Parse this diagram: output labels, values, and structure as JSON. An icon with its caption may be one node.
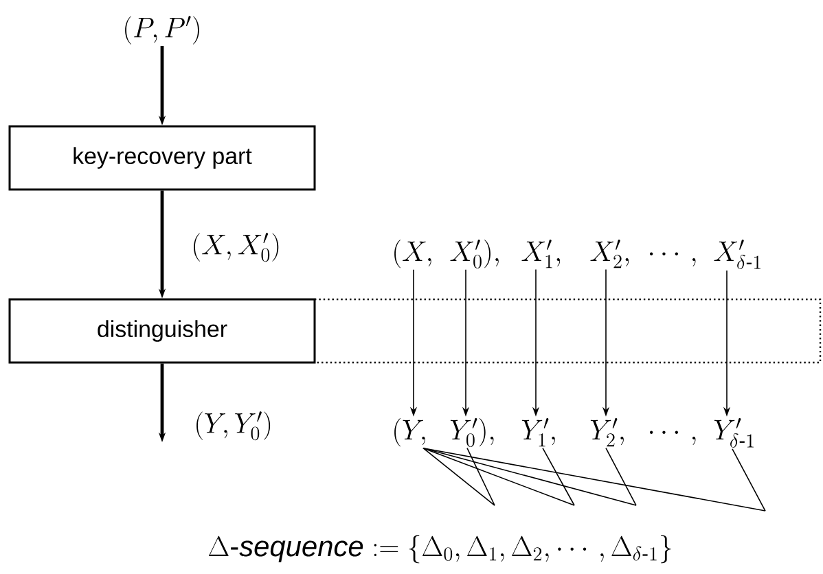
{
  "diagram": {
    "nodes": [
      {
        "text": [
          "(P, P')"
        ]
      },
      {
        "text": [
          "key-recovery part"
        ]
      },
      {
        "text": [
          "distinguisher"
        ]
      },
      {
        "text": [
          "(X,"
        ]
      },
      {
        "text": [
          "X'_0),"
        ]
      },
      {
        "text": [
          "X'_1,"
        ]
      },
      {
        "text": [
          "X'_2,"
        ]
      },
      {
        "text": [
          "X'_{\\delta\\text{-}1}"
        ]
      },
      {
        "text": [
          "(Y,"
        ]
      },
      {
        "text": [
          "Y'_0),"
        ]
      },
      {
        "text": [
          "Y'_1,"
        ]
      },
      {
        "text": [
          "Y'_2,"
        ]
      },
      {
        "text": [
          "Y'_{\\delta\\text{-}1}"
        ]
      }
    ],
    "edges": [
      {
        "from": 0,
        "to": 1,
        "arrow": "to",
        "style": "thick"
      },
      {
        "from": 1,
        "to": 2,
        "arrow": "to",
        "label": "(X, X'_0)",
        "style": "thick"
      },
      {
        "from": 2,
        "to": null,
        "arrow": "to",
        "label": "(Y, Y'_0)",
        "style": "thick"
      },
      {
        "from": 3,
        "to": 8,
        "arrow": "to"
      },
      {
        "from": 4,
        "to": 9,
        "arrow": "to"
      },
      {
        "from": 5,
        "to": 10,
        "arrow": "to"
      },
      {
        "from": 6,
        "to": 11,
        "arrow": "to"
      },
      {
        "from": 7,
        "to": 12,
        "arrow": "to"
      },
      {
        "from": 8,
        "to": null,
        "arrow": "none"
      },
      {
        "from": 8,
        "to": null,
        "arrow": "none"
      },
      {
        "from": 8,
        "to": null,
        "arrow": "none"
      },
      {
        "from": 8,
        "to": null,
        "arrow": "none"
      },
      {
        "from": 9,
        "to": null,
        "arrow": "none"
      },
      {
        "from": 10,
        "to": null,
        "arrow": "none"
      },
      {
        "from": 11,
        "to": null,
        "arrow": "none"
      },
      {
        "from": 12,
        "to": null,
        "arrow": "none"
      }
    ],
    "labels": [
      "\\cdots,",
      "\\cdots,",
      "\\Delta\\text{-}\\mathit{sequence} \\mathrel{:=} \\{\\Delta_0, \\Delta_1, \\Delta_2, \\cdots, \\Delta_{\\delta\\text{-}1}\\}"
    ]
  }
}
